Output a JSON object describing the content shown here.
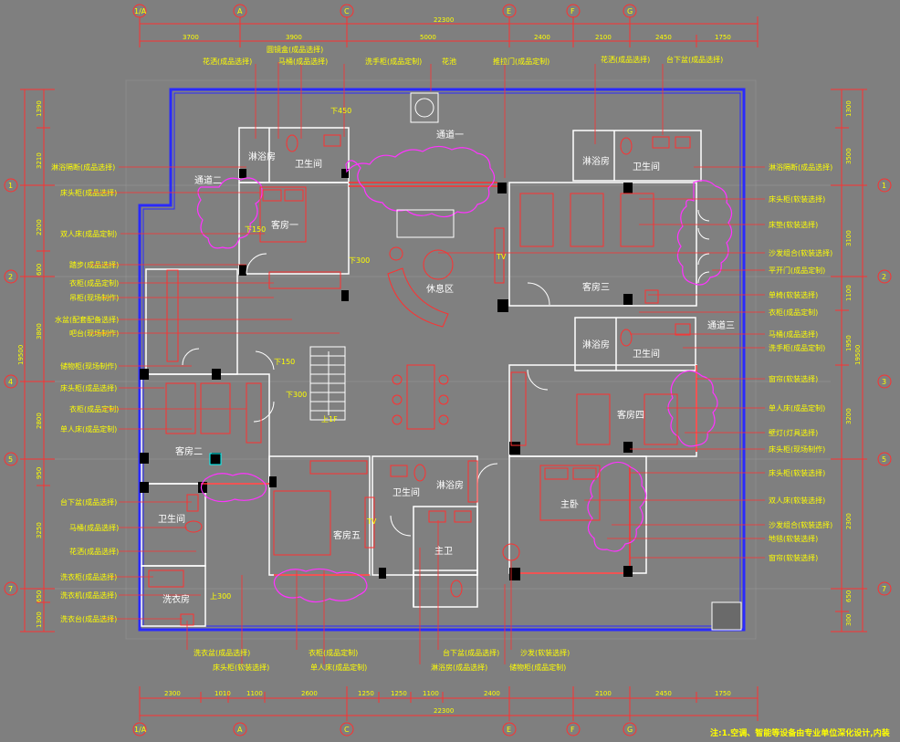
{
  "dims": {
    "top_total": "22300",
    "top": [
      "3700",
      "3900",
      "5000",
      "2400",
      "2100",
      "2450",
      "1750"
    ],
    "bottom_total": "22300",
    "bottom": [
      "2300",
      "1010",
      "1100",
      "2600",
      "1250",
      "1250",
      "1100",
      "2400",
      "2100",
      "2450",
      "1750"
    ],
    "left_total": "19500",
    "left": [
      "1390",
      "3210",
      "2200",
      "600",
      "3800",
      "2800",
      "950",
      "3250",
      "650",
      "1300"
    ],
    "right_total": "19500",
    "right": [
      "1300",
      "3500",
      "3100",
      "1100",
      "1950",
      "3200",
      "2300",
      "650",
      "300"
    ]
  },
  "axes": {
    "top": [
      "1/A",
      "A",
      "C",
      "E",
      "F",
      "G"
    ],
    "bottom": [
      "1/A",
      "A",
      "C",
      "E",
      "F",
      "G"
    ],
    "left": [
      "1",
      "2",
      "4",
      "5",
      "7"
    ],
    "right": [
      "1",
      "2",
      "3",
      "5",
      "7"
    ]
  },
  "rooms": {
    "bath1": "卫生间",
    "bath2": "卫生间",
    "bath3": "卫生间",
    "bath4": "卫生间",
    "bath5": "卫生间",
    "shower1": "淋浴房",
    "shower2": "淋浴房",
    "shower3": "淋浴房",
    "shower4": "淋浴房",
    "guest1": "客房一",
    "guest2": "客房二",
    "guest3": "客房三",
    "guest4": "客房四",
    "guest5": "客房五",
    "master": "主卧",
    "master_bath": "主卫",
    "corridor1": "通道一",
    "corridor2": "通道二",
    "corridor3": "通道三",
    "lounge": "休息区",
    "laundry": "洗衣房",
    "tv": "TV",
    "up": "上1F"
  },
  "level_marks": [
    "下450",
    "下150",
    "下300",
    "下150",
    "下300",
    "上300"
  ],
  "labels_top": [
    "花洒(成品选择)",
    "圆镜盒(成品选择)",
    "马桶(成品选择)",
    "洗手柜(成品定制)",
    "花池",
    "推拉门(成品定制)",
    "花洒(成品选择)",
    "台下盆(成品选择)"
  ],
  "labels_left": [
    "淋浴隔断(成品选择)",
    "床头柜(成品选择)",
    "双人床(成品定制)",
    "踏步(成品选择)",
    "衣柜(成品定制)",
    "吊柜(现场制作)",
    "水盆(配套配备选择)",
    "吧台(现场制作)",
    "储物柜(现场制作)",
    "床头柜(成品选择)",
    "衣柜(成品定制)",
    "单人床(成品定制)",
    "台下盆(成品选择)",
    "马桶(成品选择)",
    "花洒(成品选择)",
    "洗衣柜(成品选择)",
    "洗衣机(成品选择)",
    "洗衣台(成品选择)"
  ],
  "labels_right": [
    "淋浴隔断(成品选择)",
    "床头柜(软装选择)",
    "床垫(软装选择)",
    "沙发组合(软装选择)",
    "平开门(成品定制)",
    "单椅(软装选择)",
    "衣柜(成品定制)",
    "马桶(成品选择)",
    "洗手柜(成品定制)",
    "窗帘(软装选择)",
    "单人床(成品定制)",
    "壁灯(灯具选择)",
    "床头柜(现场制作)",
    "床头柜(软装选择)",
    "双人床(软装选择)",
    "沙发组合(软装选择)",
    "地毯(软装选择)",
    "窗帘(软装选择)"
  ],
  "labels_bottom": [
    "洗衣盆(成品选择)",
    "床头柜(软装选择)",
    "衣柜(成品定制)",
    "单人床(成品定制)",
    "台下盆(成品选择)",
    "淋浴房(成品选择)",
    "沙发(软装选择)",
    "储物柜(成品定制)"
  ],
  "note": "注:1.空调、智能等设备由专业单位深化设计,内装"
}
